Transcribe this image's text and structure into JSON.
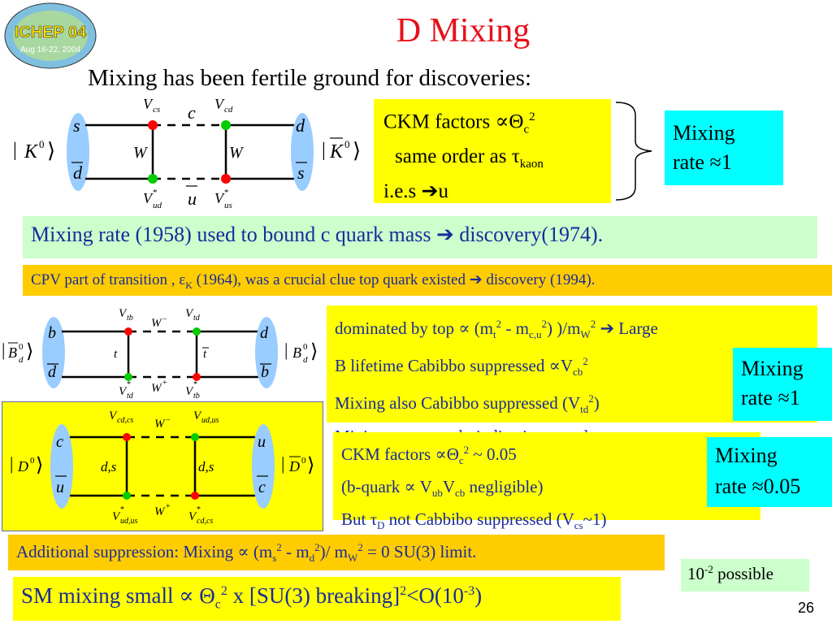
{
  "slide": {
    "logo_text": "ICHEP 04",
    "logo_subtext": "Aug 16-22, 2004",
    "title": "D Mixing",
    "subtitle": "Mixing has been fertile ground for discoveries:",
    "page_number": "26"
  },
  "kaon": {
    "ckm_line1": "CKM factors  ∝Θ",
    "ckm_line1_sub": "c",
    "ckm_line1_sup": "2",
    "ckm_line2": "same order as τ",
    "ckm_line2_sub": "kaon",
    "ckm_line3": "i.e.s ➔u",
    "rate_line1": "Mixing",
    "rate_line2": "rate ≈1",
    "green_note": "Mixing rate (1958)  used to bound c quark mass  ➔ discovery(1974).",
    "orange_note_pre": "CPV part of transition , ε",
    "orange_note_sub": "K",
    "orange_note_post": " (1964), was a crucial clue top quark existed ➔ discovery  (1994).",
    "diagram": {
      "left_state": "K",
      "right_state": "K",
      "top_left": "s",
      "bottom_left": "d",
      "top_right": "d",
      "bottom_right": "s",
      "w_left": "W",
      "w_right": "W",
      "top_quark": "c",
      "bottom_quark": "u",
      "v_top_left": "V",
      "v_top_left_sub": "cs",
      "v_top_right": "V",
      "v_top_right_sub": "cd",
      "v_bot_left": "V",
      "v_bot_left_sub": "ud",
      "v_bot_right": "V",
      "v_bot_right_sub": "us"
    }
  },
  "bmeson": {
    "line1_pre": "dominated by top  ∝ (m",
    "line1_t": "t",
    "line1_mid": "  - m",
    "line1_cu": "c,u",
    "line1_post": ") )/m",
    "line1_w": "W",
    "line1_end": " ➔ Large",
    "line2_pre": "B lifetime Cabibbo suppressed ∝V",
    "line2_sub": "cb",
    "line2_sup": "2",
    "line3_pre": "Mixing also Cabibbo suppressed (V",
    "line3_sub": "td",
    "line3_sup": "2",
    "line3_post": ")",
    "line4_pre": "Mixing rate ➔ early indication  m ",
    "line4_sub": "top",
    "line4_post": " large",
    "rate_line1": "Mixing",
    "rate_line2": "rate ≈1",
    "diagram": {
      "left_state": "B",
      "left_sub": "d",
      "right_state": "B",
      "right_sub": "d",
      "top_left": "b",
      "bottom_left": "d",
      "top_right": "d",
      "bottom_right": "b",
      "w_top": "W",
      "w_bottom": "W",
      "t_left": "t",
      "t_right": "t",
      "v_tl": "V",
      "v_tl_sub": "tb",
      "v_tr": "V",
      "v_tr_sub": "td",
      "v_bl": "V",
      "v_bl_sub": "td",
      "v_br": "V",
      "v_br_sub": "tb"
    }
  },
  "dmeson": {
    "line1_pre": "CKM factors  ∝Θ",
    "line1_sub": "c",
    "line1_sup": "2",
    "line1_post": "  ~ 0.05",
    "line2_pre": "(b-quark ∝ V",
    "line2_ub": "ub",
    "line2_v": "V",
    "line2_cb": "cb",
    "line2_post": " negligible)",
    "line3_pre": "But τ",
    "line3_sub": "D",
    "line3_mid": " not Cabbibo suppressed (V",
    "line3_cs": "cs",
    "line3_post": "~1)",
    "rate_line1": "Mixing",
    "rate_line2": "rate ≈0.05",
    "diagram": {
      "left_state": "D",
      "right_state": "D",
      "top_left": "c",
      "bottom_left": "u",
      "top_right": "u",
      "bottom_right": "c",
      "w_top": "W",
      "w_bottom": "W",
      "ds_left": "d,s",
      "ds_right": "d,s",
      "v_tl": "V",
      "v_tl_sub": "cd,cs",
      "v_tr": "V",
      "v_tr_sub": "ud,us",
      "v_bl": "V",
      "v_bl_sub": "ud,us",
      "v_br": "V",
      "v_br_sub": "cd,cs"
    }
  },
  "bottom": {
    "additional_pre": "Additional suppression: Mixing ∝ (m",
    "additional_s": "s",
    "additional_mid": "  - m",
    "additional_d": "d",
    "additional_post": ")/ m",
    "additional_w": "W",
    "additional_end": " = 0 SU(3) limit.",
    "possible_pre": "10",
    "possible_sup": "-2",
    "possible_post": " possible",
    "sm_pre": "SM mixing small ∝ Θ",
    "sm_sub": "c",
    "sm_sup": "2",
    "sm_mid": "  x [SU(3) breaking]",
    "sm_sup2": "2",
    "sm_mid2": "<O(10",
    "sm_sup3": "-3",
    "sm_end": ")"
  },
  "colors": {
    "title": "#e8101a",
    "yellow": "#ffff00",
    "cyan": "#00ffff",
    "green_box": "#ccffcc",
    "orange_box": "#ffcc00",
    "red_dot": "#ff0000",
    "green_dot": "#00cc00",
    "quark_ellipse": "#99ccff"
  }
}
